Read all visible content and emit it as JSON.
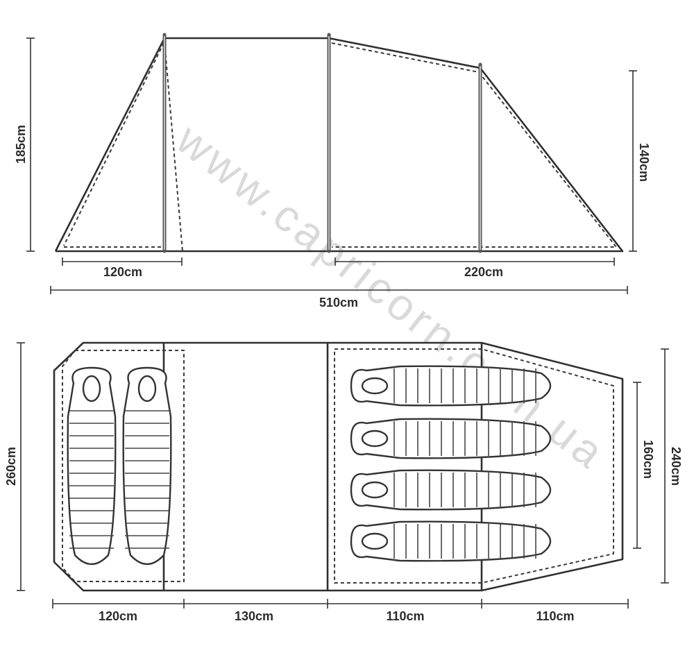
{
  "side_view": {
    "height_front": "185cm",
    "height_rear": "140cm",
    "length_porch": "120cm",
    "length_rear": "220cm",
    "length_total": "510cm"
  },
  "floor_plan": {
    "width_front": "260cm",
    "width_rear_outer": "240cm",
    "width_rear_inner": "160cm",
    "segments": [
      "120cm",
      "130cm",
      "110cm",
      "110cm"
    ]
  },
  "watermark": "www.capricorn.com.ua",
  "colors": {
    "line": "#2f2f2f",
    "pole": "#555555",
    "watermark": "#d9d9d9"
  }
}
